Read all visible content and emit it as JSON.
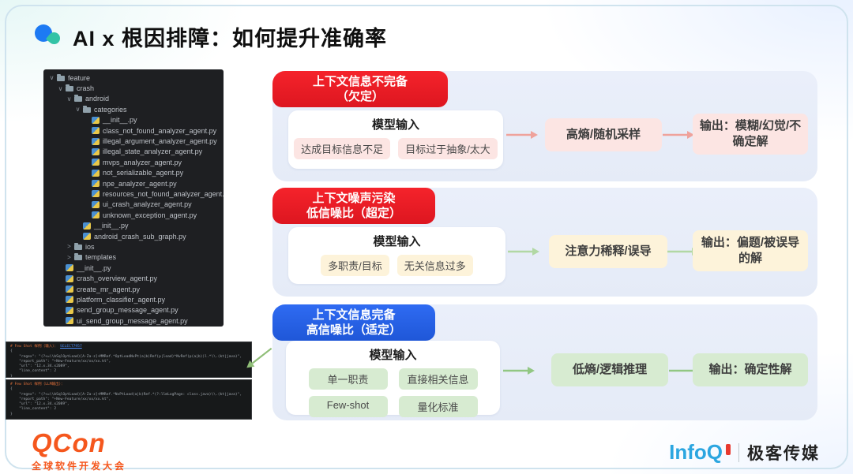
{
  "title": "AI x 根因排障：如何提升准确率",
  "file_tree": {
    "items": [
      {
        "depth": 0,
        "type": "folder",
        "expanded": true,
        "label": "feature"
      },
      {
        "depth": 1,
        "type": "folder",
        "expanded": true,
        "label": "crash"
      },
      {
        "depth": 2,
        "type": "folder",
        "expanded": true,
        "label": "android"
      },
      {
        "depth": 3,
        "type": "folder",
        "expanded": true,
        "label": "categories"
      },
      {
        "depth": 4,
        "type": "file",
        "label": "__init__.py"
      },
      {
        "depth": 4,
        "type": "file",
        "label": "class_not_found_analyzer_agent.py"
      },
      {
        "depth": 4,
        "type": "file",
        "label": "illegal_argument_analyzer_agent.py"
      },
      {
        "depth": 4,
        "type": "file",
        "label": "illegal_state_analyzer_agent.py"
      },
      {
        "depth": 4,
        "type": "file",
        "label": "mvps_analyzer_agent.py"
      },
      {
        "depth": 4,
        "type": "file",
        "label": "not_serializable_agent.py"
      },
      {
        "depth": 4,
        "type": "file",
        "label": "npe_analyzer_agent.py"
      },
      {
        "depth": 4,
        "type": "file",
        "label": "resources_not_found_analyzer_agent.py"
      },
      {
        "depth": 4,
        "type": "file",
        "label": "ui_crash_analyzer_agent.py"
      },
      {
        "depth": 4,
        "type": "file",
        "label": "unknown_exception_agent.py"
      },
      {
        "depth": 3,
        "type": "file",
        "label": "__init__.py"
      },
      {
        "depth": 3,
        "type": "file",
        "label": "android_crash_sub_graph.py"
      },
      {
        "depth": 2,
        "type": "folder",
        "expanded": false,
        "label": "ios"
      },
      {
        "depth": 2,
        "type": "folder",
        "expanded": false,
        "label": "templates"
      },
      {
        "depth": 1,
        "type": "file",
        "label": "__init__.py"
      },
      {
        "depth": 1,
        "type": "file",
        "label": "crash_overview_agent.py"
      },
      {
        "depth": 1,
        "type": "file",
        "label": "create_mr_agent.py"
      },
      {
        "depth": 1,
        "type": "file",
        "label": "platform_classifier_agent.py"
      },
      {
        "depth": 1,
        "type": "file",
        "label": "send_group_message_agent.py"
      },
      {
        "depth": 1,
        "type": "file",
        "label": "ui_send_group_message_agent.py"
      }
    ]
  },
  "code_snippets": [
    {
      "header": [
        [
          "cmt",
          "# Few Shot 样例（输入）： "
        ],
        [
          "link",
          "SELECT7957"
        ]
      ],
      "body": [
        "{",
        "    \"regex\": \"(?<=\\\\bSqlOptLoad)[A-Za-z]+MMRef.*OptLoadNvPt(a|b)Ref(p|load)*NvRef(p(a|b))l.*\\\\.(kt|java)\",",
        "    \"report_path\": \"+New-Feature/xx/xx/xx.kt\",",
        "    \"url\": \"12.x.34.x2089\",",
        "    \"line_content\": 2",
        "}"
      ]
    },
    {
      "header": [
        [
          "cmt",
          "# Few Shot 样例（LLM输出）： "
        ]
      ],
      "body": [
        "{",
        "    \"regex\": \"(?<=\\\\bSqlOptLoad)[A-Za-z]+MMRef.*NvPtLoad(a|b)Ref.*(?:llmLogPage: class.java)\\\\.(kt|java)\",",
        "    \"report_path\": \"+New-Feature/xx/xx/xx.kt\",",
        "    \"url\": \"12.x.34.x2089\",",
        "    \"line_content\": 2",
        "}"
      ]
    }
  ],
  "panels": [
    {
      "badge": [
        "上下文信息不完备",
        "（欠定）"
      ],
      "badge_color": "#e81a22",
      "input_label": "模型输入",
      "inputs": [
        [
          "达成目标信息不足",
          "目标过于抽象/太大"
        ]
      ],
      "process": "高熵/随机采样",
      "output": "输出：模糊/幻觉/不确定解",
      "box_color": "#fce5e3"
    },
    {
      "badge": [
        "上下文噪声污染",
        "低信噪比（超定）"
      ],
      "badge_color": "#e81a22",
      "input_label": "模型输入",
      "inputs": [
        [
          "多职责/目标",
          "无关信息过多"
        ]
      ],
      "process": "注意力稀释/误导",
      "output": "输出：偏题/被误导的解",
      "box_color": "#fdf3da"
    },
    {
      "badge": [
        "上下文信息完备",
        "高信噪比（适定）"
      ],
      "badge_color": "#2763ec",
      "input_label": "模型输入",
      "inputs": [
        [
          "单一职责",
          "直接相关信息"
        ],
        [
          "Few-shot",
          "量化标准"
        ]
      ],
      "process": "低熵/逻辑推理",
      "output": "输出：确定性解",
      "box_color": "#d7ebd1"
    }
  ],
  "footer": {
    "qcon_logo": "QCon",
    "qcon_subtitle": "全球软件开发大会",
    "infoq_logo": "InfoQ",
    "infoq_subtitle": "极客传媒"
  }
}
